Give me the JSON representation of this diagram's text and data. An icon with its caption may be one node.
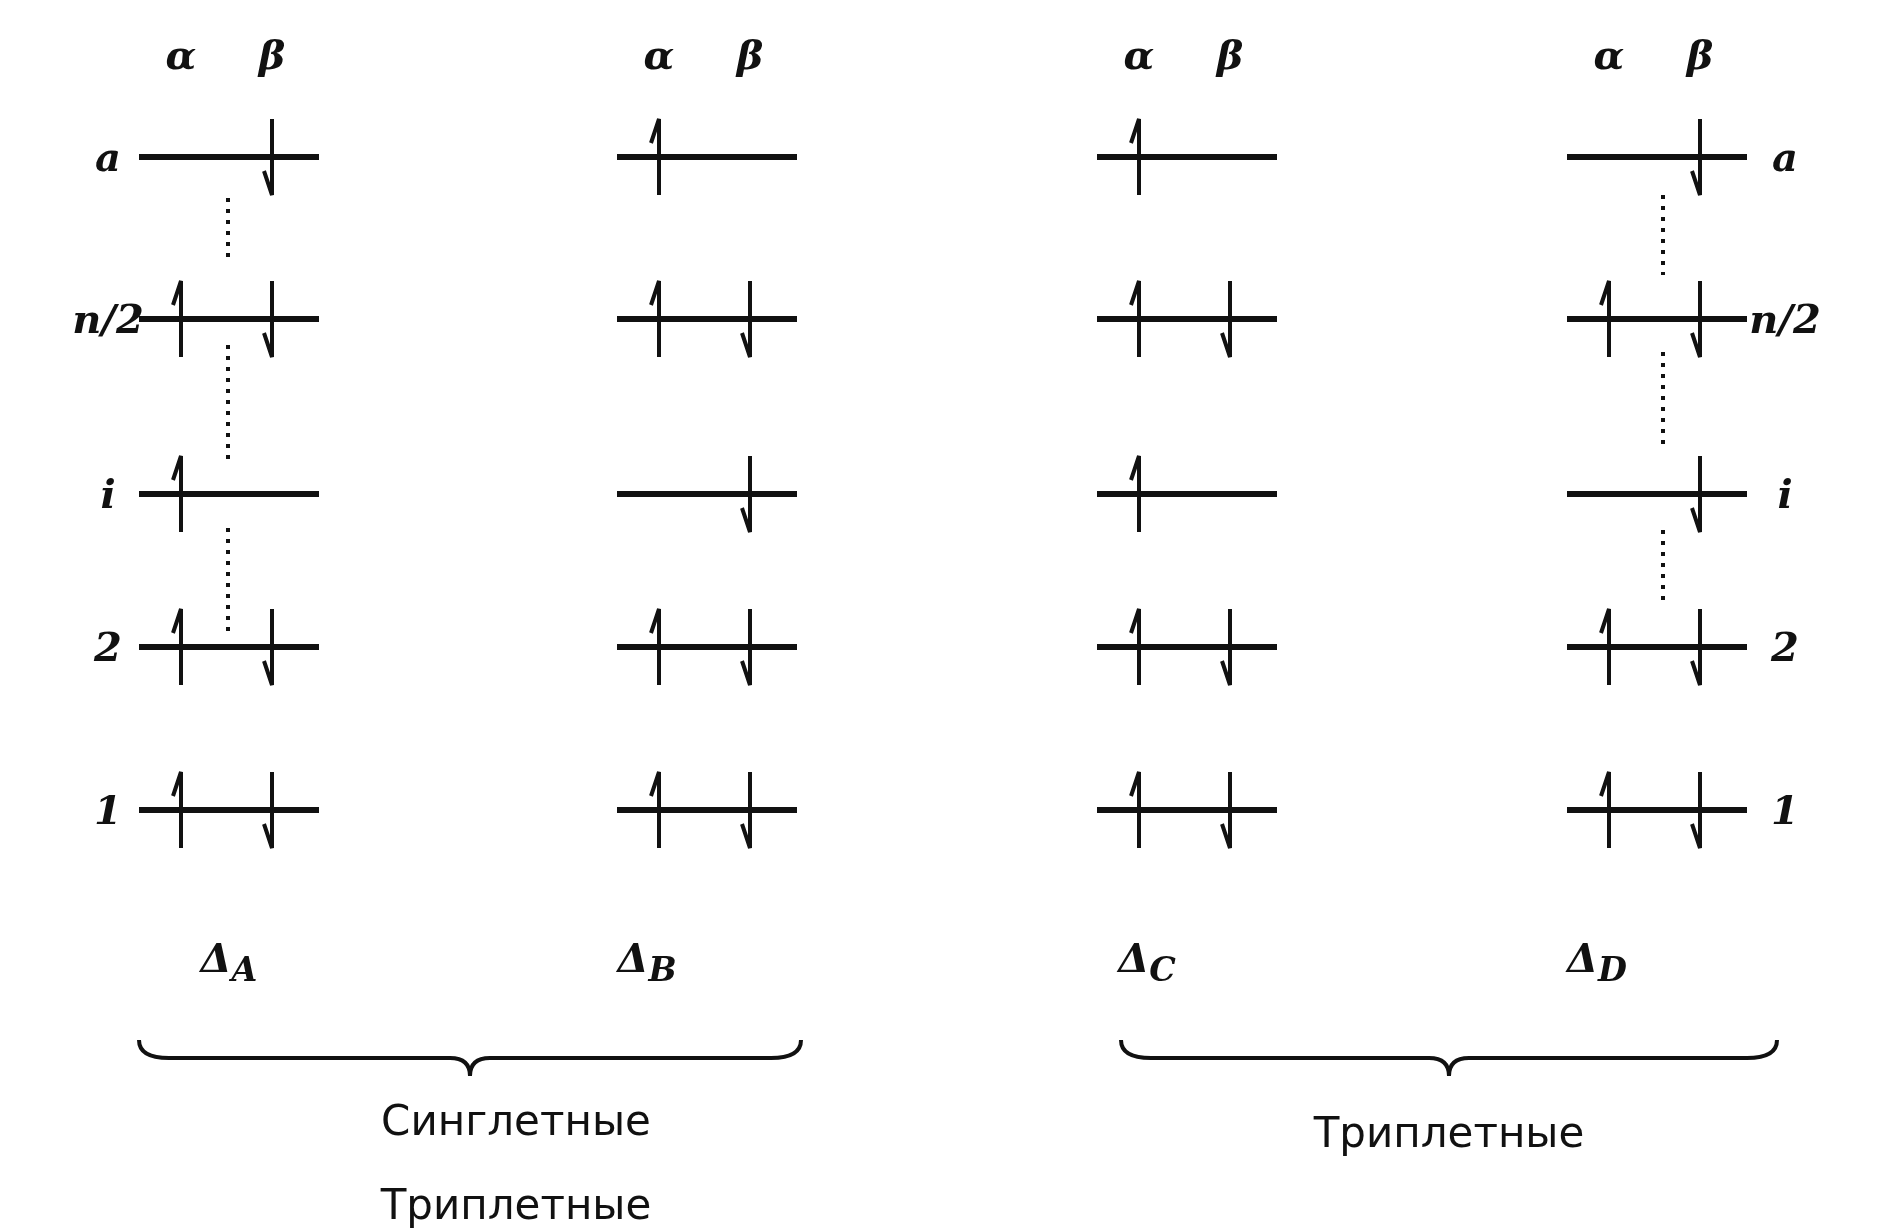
{
  "diagram": {
    "labels": [
      "α",
      "β",
      "α",
      "β",
      "α",
      "β",
      "α",
      "β",
      "a",
      "a",
      "n/2",
      "n/2",
      "i",
      "i",
      "2",
      "2",
      "1",
      "1",
      "Δ$_{A}$",
      "Δ$_{B}$",
      "Δ$_{C}$",
      "Δ$_{D}$",
      "Синглетные",
      "Триплетные",
      "Триплетные"
    ]
  }
}
